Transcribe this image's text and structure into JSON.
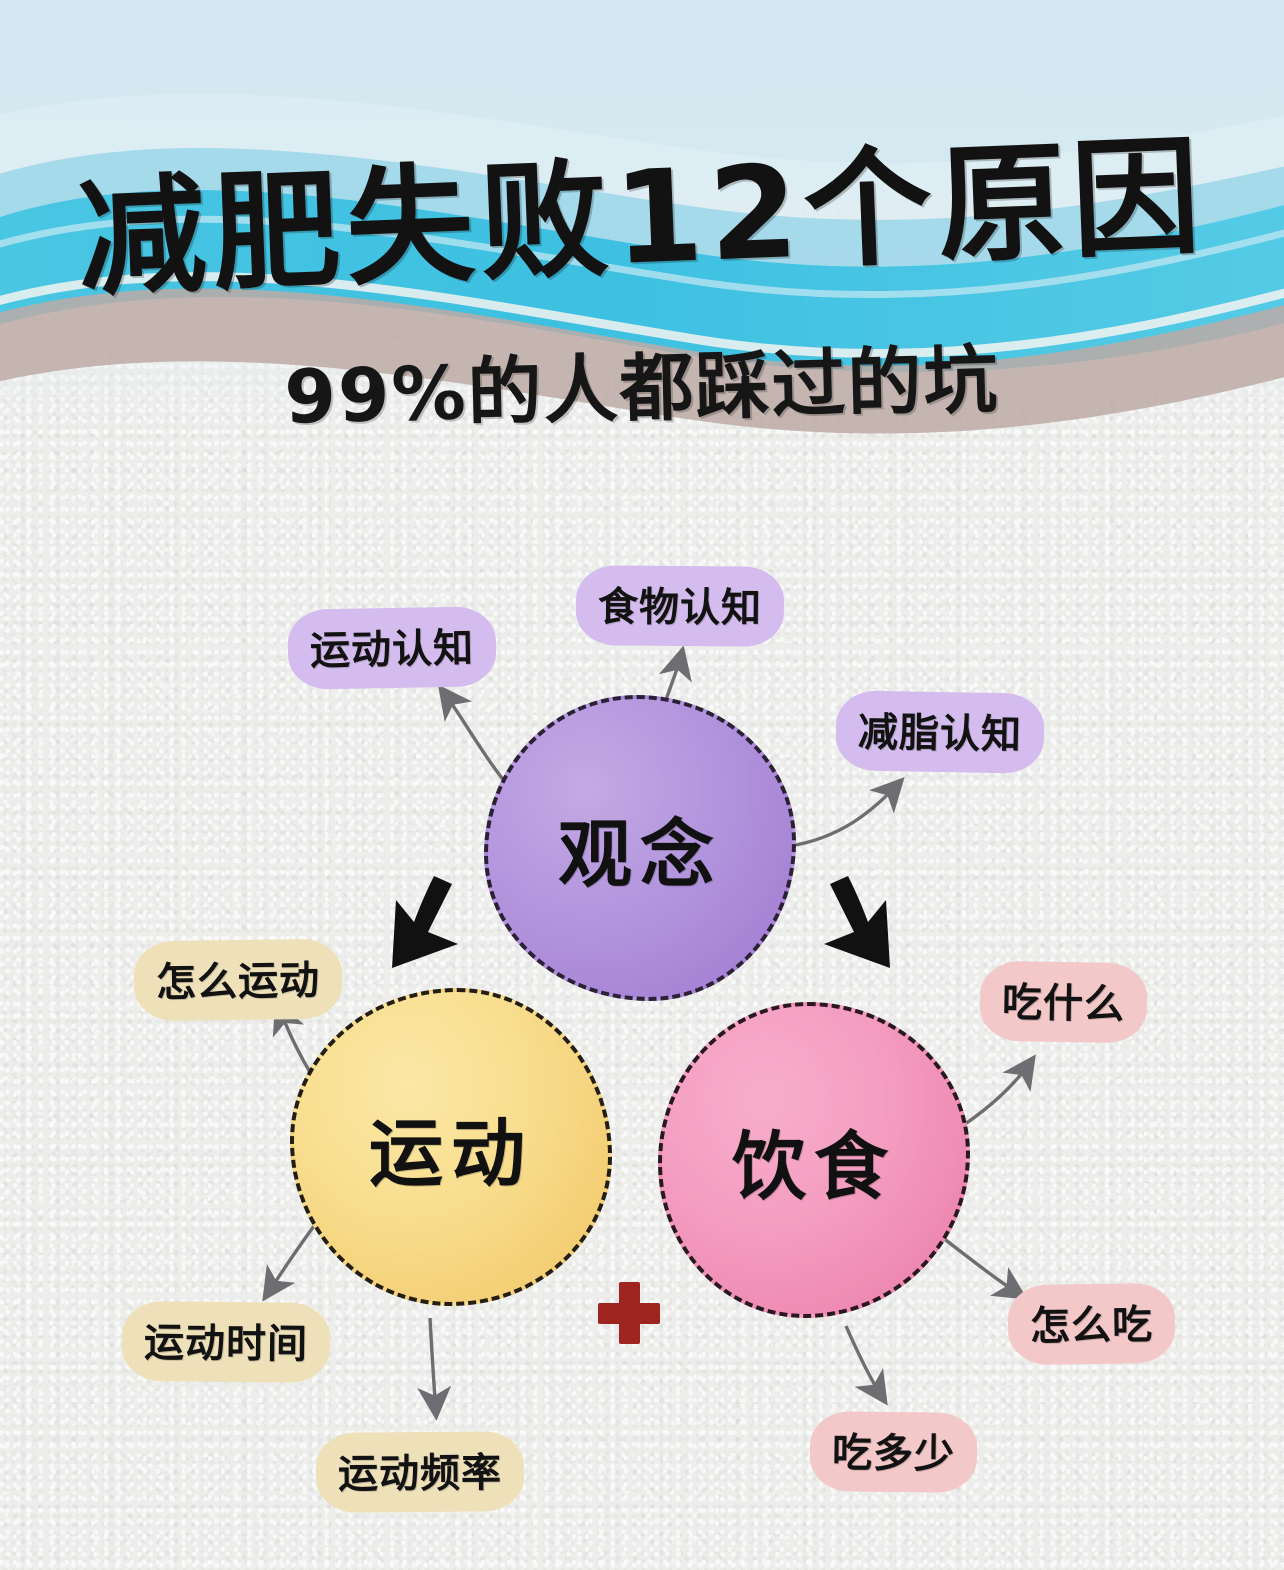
{
  "poster": {
    "title_main": "减肥失败12个原因",
    "title_sub": "99%的人都踩过的坑",
    "colors": {
      "wave_cyan": "#3fc1e0",
      "wave_light_blue": "#9ed7ea",
      "wave_taupe": "#bdaaa6",
      "paper": "#f1f1ef",
      "concept_purple": "#a886d6",
      "exercise_yellow": "#f4cf75",
      "diet_pink": "#ef8cb3",
      "pill_purple": "#d4bdee",
      "pill_yellow": "#eee1ba",
      "pill_pink": "#f3c8c9",
      "plus_red": "#9e2420",
      "arrow_black": "#111111",
      "arrow_grey": "#6e6e72"
    }
  },
  "diagram": {
    "nodes": [
      {
        "id": "concept",
        "label": "观念",
        "color": "#a886d6"
      },
      {
        "id": "exercise",
        "label": "运动",
        "color": "#f4cf75"
      },
      {
        "id": "diet",
        "label": "饮食",
        "color": "#ef8cb3"
      }
    ],
    "labels": {
      "sport_cognition": "运动认知",
      "food_cognition": "食物认知",
      "fat_cognition": "减脂认知",
      "how_exercise": "怎么运动",
      "exercise_time": "运动时间",
      "exercise_frequency": "运动频率",
      "what_eat": "吃什么",
      "how_eat": "怎么吃",
      "how_much_eat": "吃多少"
    },
    "branches": [
      {
        "from": "concept",
        "to": [
          "运动认知",
          "食物认知",
          "减脂认知"
        ]
      },
      {
        "from": "exercise",
        "to": [
          "怎么运动",
          "运动时间",
          "运动频率"
        ]
      },
      {
        "from": "diet",
        "to": [
          "吃什么",
          "怎么吃",
          "吃多少"
        ]
      }
    ],
    "flow_arrows": [
      {
        "from": "观念",
        "to": "运动",
        "style": "thick-black"
      },
      {
        "from": "观念",
        "to": "饮食",
        "style": "thick-black"
      }
    ],
    "connector": {
      "symbol": "+",
      "between": [
        "运动",
        "饮食"
      ]
    }
  }
}
